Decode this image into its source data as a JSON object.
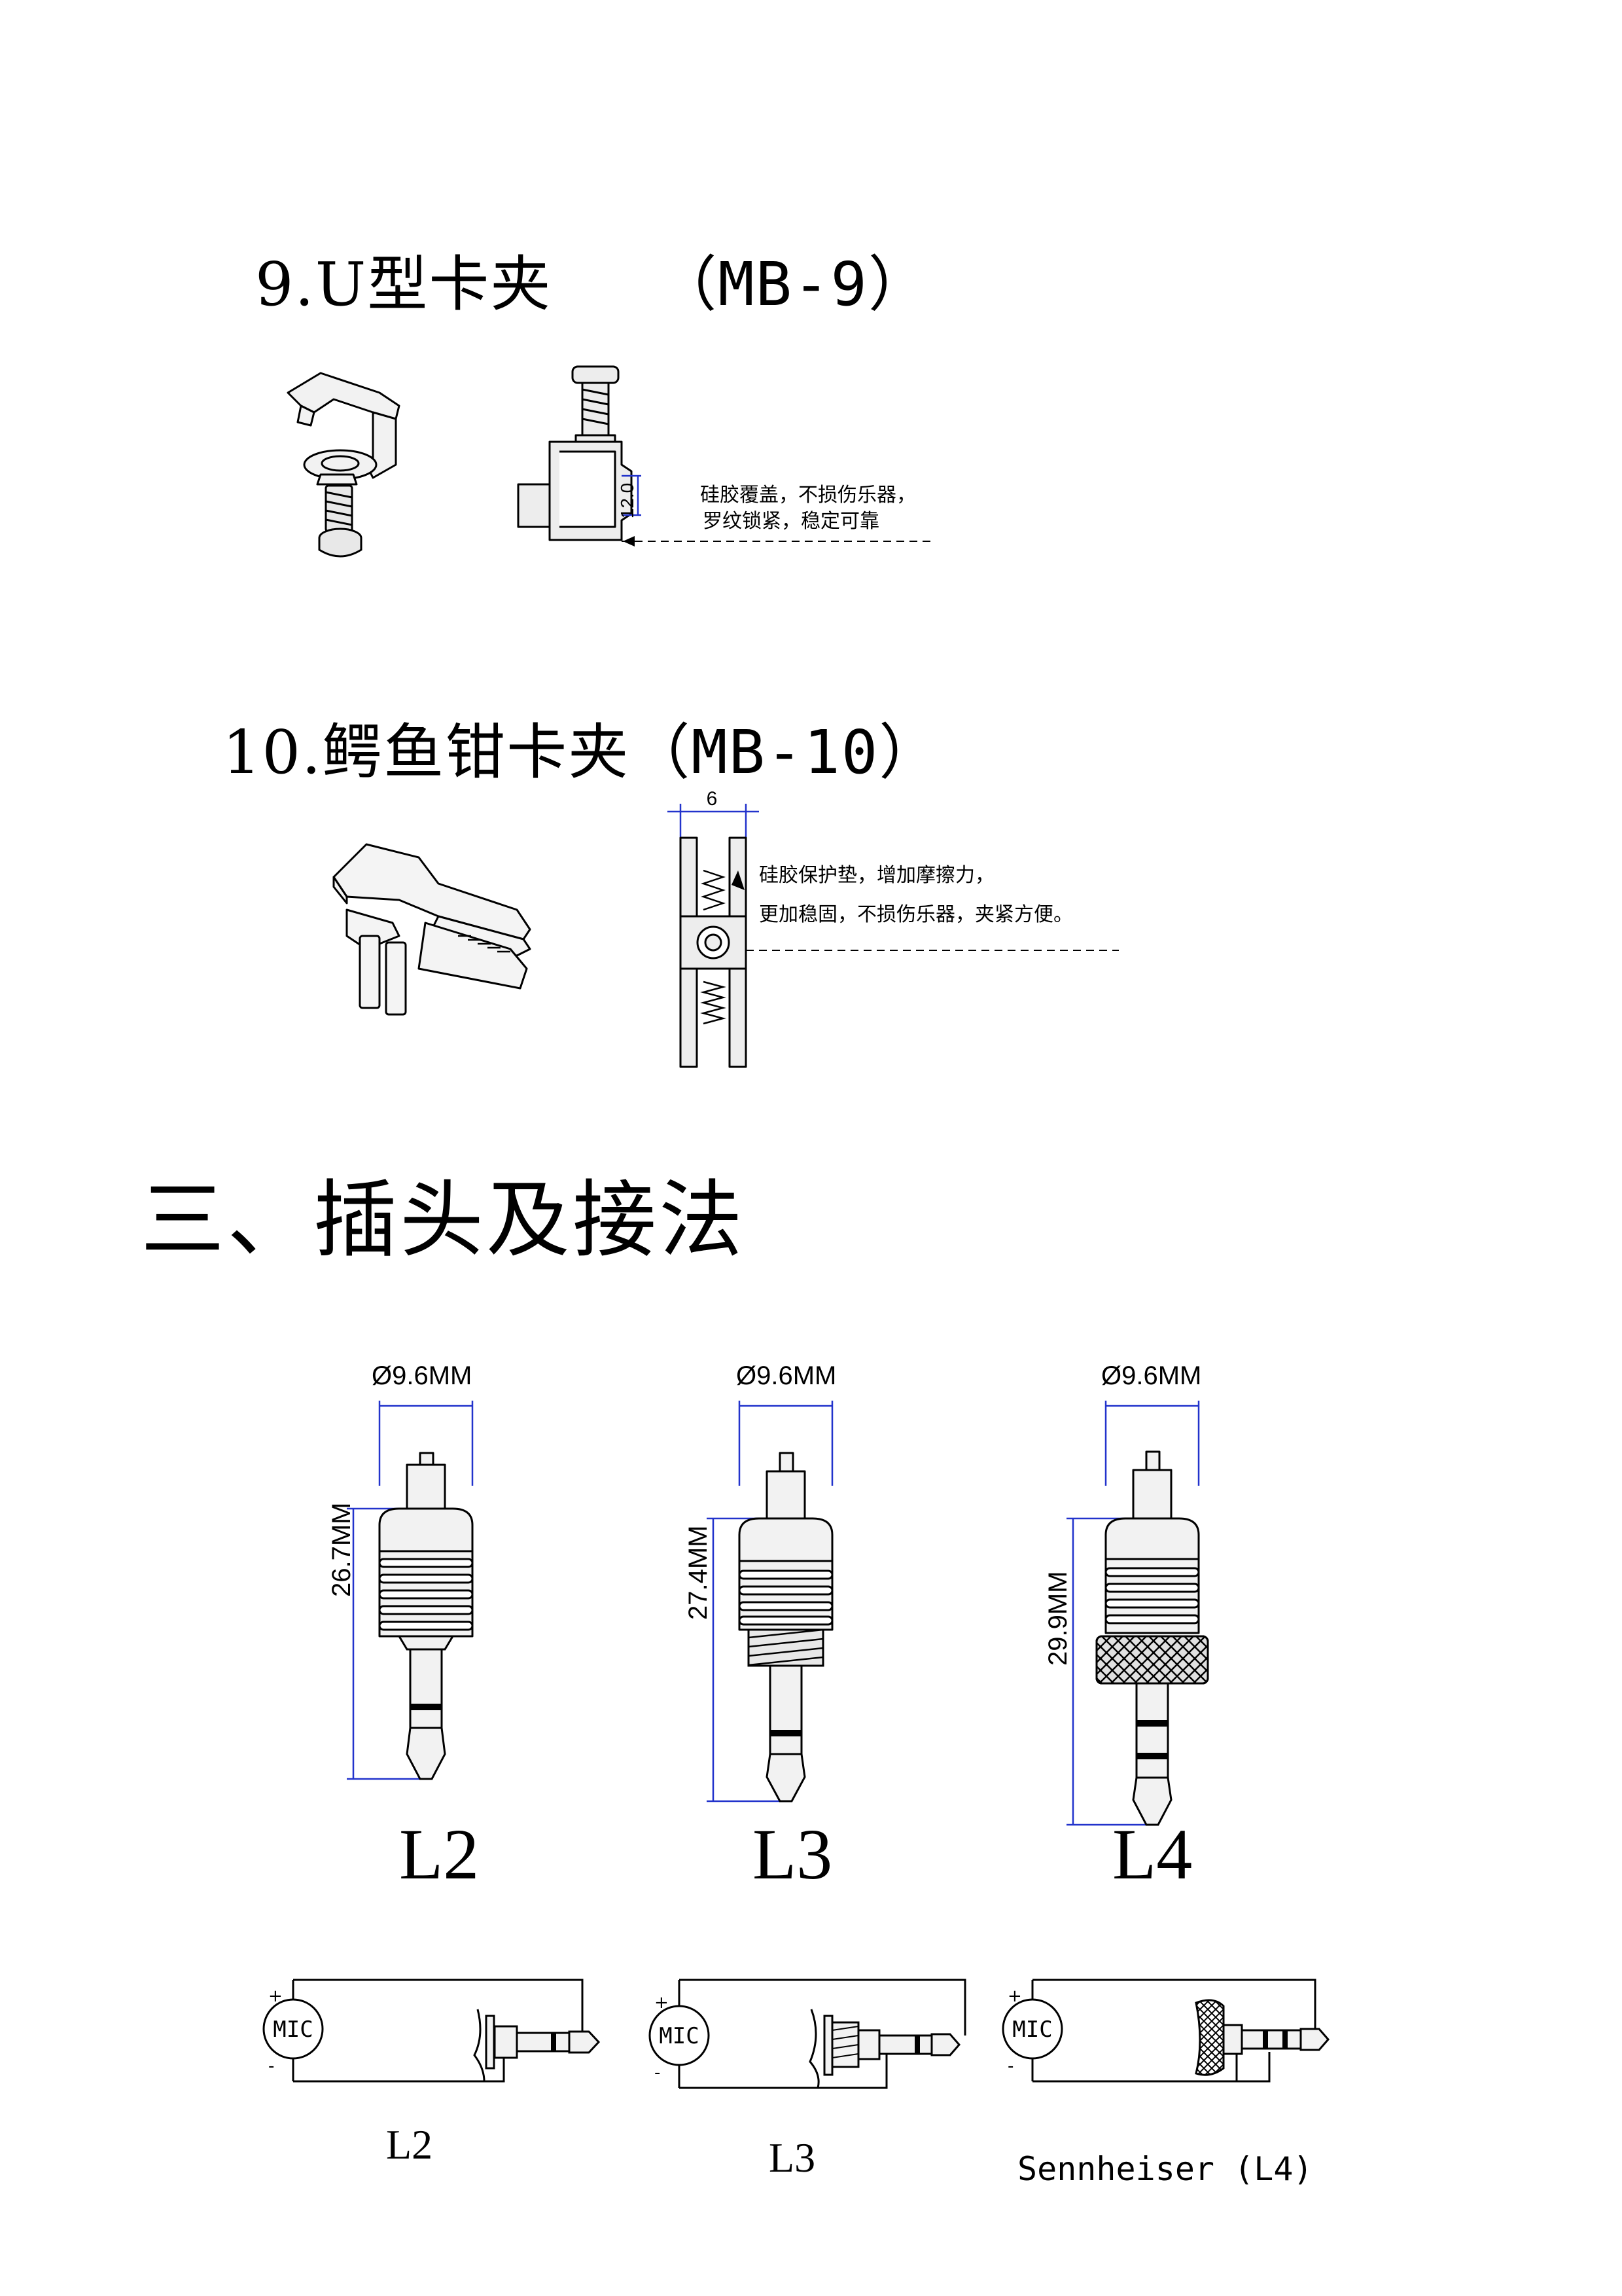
{
  "section9": {
    "title": "9.U型卡夹",
    "model": "（MB-9）",
    "dimension": "12.0",
    "note_line1": "硅胶覆盖，不损伤乐器，",
    "note_line2": "罗纹锁紧，稳定可靠"
  },
  "section10": {
    "title": "10.鳄鱼钳卡夹",
    "model": "（MB-10）",
    "dimension": "6",
    "note_line1": "硅胶保护垫，增加摩擦力，",
    "note_line2": "更加稳固，不损伤乐器，夹紧方便。"
  },
  "section3": {
    "title": "三、插头及接法"
  },
  "plugs": [
    {
      "label": "L2",
      "diameter": "Ø9.6MM",
      "length": "26.7MM"
    },
    {
      "label": "L3",
      "diameter": "Ø9.6MM",
      "length": "27.4MM"
    },
    {
      "label": "L4",
      "diameter": "Ø9.6MM",
      "length": "29.9MM"
    }
  ],
  "wiring": [
    {
      "mic": "MIC",
      "plus": "+",
      "minus": "-",
      "caption": "L2"
    },
    {
      "mic": "MIC",
      "plus": "+",
      "minus": "-",
      "caption": "L3"
    },
    {
      "mic": "MIC",
      "plus": "+",
      "minus": "-",
      "caption": "Sennheiser (L4)"
    }
  ],
  "colors": {
    "dimension_line": "#2233cc",
    "ink": "#000000"
  }
}
